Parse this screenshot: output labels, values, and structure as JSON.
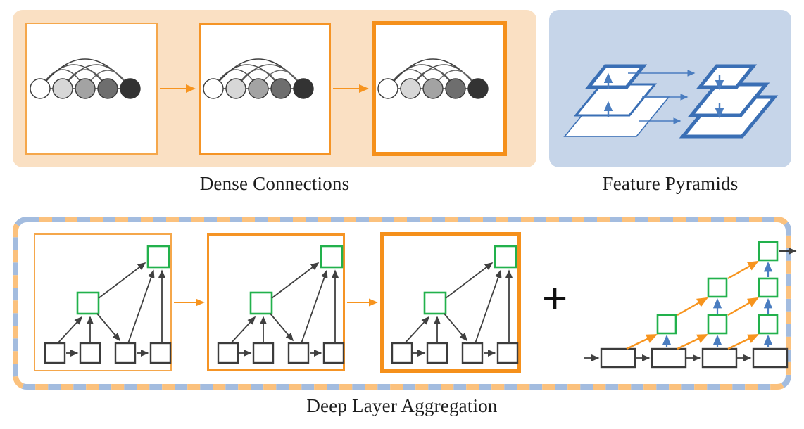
{
  "figure": {
    "title": "Deep Layer Aggregation concept figure",
    "background": "#ffffff"
  },
  "colors": {
    "dense_panel_bg": "#FAE0C3",
    "pyramid_panel_bg": "#C6D5E9",
    "orange_light": "#F5A74B",
    "orange_medium": "#F59425",
    "orange_strong": "#F5901B",
    "orange_arrow": "#F7941E",
    "dash_orange": "#FBC17D",
    "dash_blue": "#A3BCDF",
    "pyramid_blue": "#3A6FB5",
    "pyramid_arrow_blue": "#4A7DC0",
    "green_node": "#22B14C",
    "black_node": "#3C3C3C",
    "arrow_gray": "#404040",
    "ladder_blue": "#4A7DC0",
    "text": "#1c1c1c"
  },
  "panels": {
    "dense": {
      "caption": "Dense Connections",
      "stages": [
        {
          "id": "dense-stage-1",
          "emphasis": "thin"
        },
        {
          "id": "dense-stage-2",
          "emphasis": "medium"
        },
        {
          "id": "dense-stage-3",
          "emphasis": "thickbox"
        }
      ],
      "connector_arrows": 2,
      "node_count": 5,
      "node_fills": [
        "#FFFFFF",
        "#D7D7D7",
        "#A3A3A3",
        "#6E6E6E",
        "#333333"
      ],
      "node_stroke": "#3A3A3A",
      "arc_pairs": [
        [
          0,
          2
        ],
        [
          0,
          3
        ],
        [
          0,
          4
        ],
        [
          1,
          3
        ],
        [
          1,
          4
        ],
        [
          2,
          4
        ]
      ]
    },
    "pyramid": {
      "caption": "Feature Pyramids",
      "left_stack": {
        "levels": [
          "top",
          "middle",
          "bottom"
        ],
        "border_weights": [
          5,
          3,
          1.6
        ],
        "arrow_direction": "up",
        "arrow_count": 2
      },
      "right_stack": {
        "levels": [
          "top",
          "middle",
          "bottom"
        ],
        "border_weights": [
          5,
          5,
          5
        ],
        "arrow_direction": "down",
        "arrow_count": 2
      },
      "lateral_arrows": 3
    },
    "dla": {
      "caption": "Deep Layer Aggregation",
      "border_style": "dashed-orange-blue",
      "stages": [
        {
          "id": "dla-stage-1",
          "emphasis": "thin"
        },
        {
          "id": "dla-stage-2",
          "emphasis": "medium"
        },
        {
          "id": "dla-stage-3",
          "emphasis": "thickbox"
        }
      ],
      "connector_arrows": 2,
      "plus_label": "+",
      "tree": {
        "leaf_count": 4,
        "leaf_color": "#3C3C3C",
        "aggregation_nodes": 2,
        "aggregation_color": "#22B14C",
        "edges": [
          "leaf1->leaf2",
          "leaf1->agg1",
          "leaf2->agg1",
          "agg1->leaf3",
          "agg1->agg2",
          "leaf3->agg2",
          "leaf3->leaf4",
          "leaf4->agg2"
        ]
      },
      "ladder": {
        "base_blocks": 4,
        "base_block_color": "#3C3C3C",
        "green_nodes_per_column": [
          1,
          2,
          3
        ],
        "green_color": "#22B14C",
        "diagonal_arrow_color": "#F7941E",
        "vertical_arrow_color": "#4A7DC0",
        "input_arrow": true,
        "output_arrow": true
      }
    }
  }
}
